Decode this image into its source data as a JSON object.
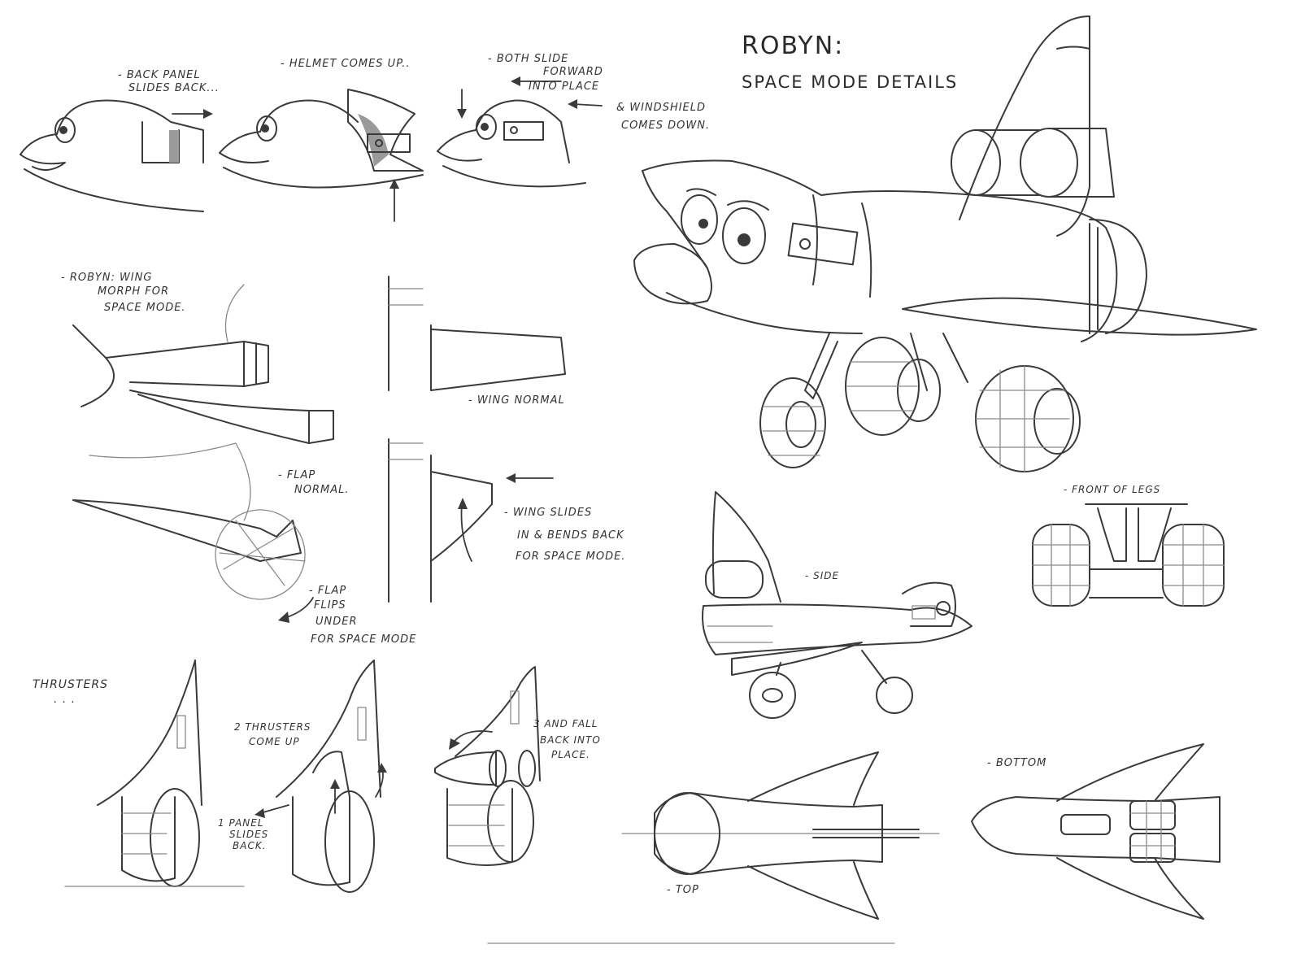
{
  "sheet": {
    "title": "ROBYN:",
    "subtitle": "SPACE MODE DETAILS"
  },
  "helmet_sequence": {
    "step1": [
      "- BACK PANEL",
      "SLIDES BACK..."
    ],
    "step2": "- HELMET COMES UP..",
    "step3": [
      "- BOTH SLIDE",
      "FORWARD",
      "INTO PLACE"
    ],
    "step4": [
      "& WINDSHIELD",
      "COMES DOWN."
    ]
  },
  "wing_morph": {
    "heading": [
      "- ROBYN: WING",
      "MORPH FOR",
      "SPACE MODE."
    ],
    "wing_normal": "- WING NORMAL",
    "flap_normal": [
      "- FLAP",
      "NORMAL."
    ],
    "flap_flips": [
      "- FLAP",
      "FLIPS",
      "UNDER",
      "FOR SPACE MODE"
    ],
    "wing_slides": [
      "- WING SLIDES",
      "IN & BENDS BACK",
      "FOR SPACE MODE."
    ]
  },
  "thrusters": {
    "heading": [
      "THRUSTERS",
      ". . ."
    ],
    "step1": [
      "1 PANEL",
      "SLIDES",
      "BACK."
    ],
    "step2": [
      "2 THRUSTERS",
      "COME UP"
    ],
    "step3": [
      "3 AND FALL",
      "BACK INTO",
      "PLACE."
    ]
  },
  "views": {
    "front_of_legs": "- FRONT OF LEGS",
    "side": "- SIDE",
    "top": "- TOP",
    "bottom": "- BOTTOM"
  },
  "colors": {
    "paper": "#ffffff",
    "pencil": "#3a3a3a",
    "light_pencil": "#8a8a8a"
  }
}
